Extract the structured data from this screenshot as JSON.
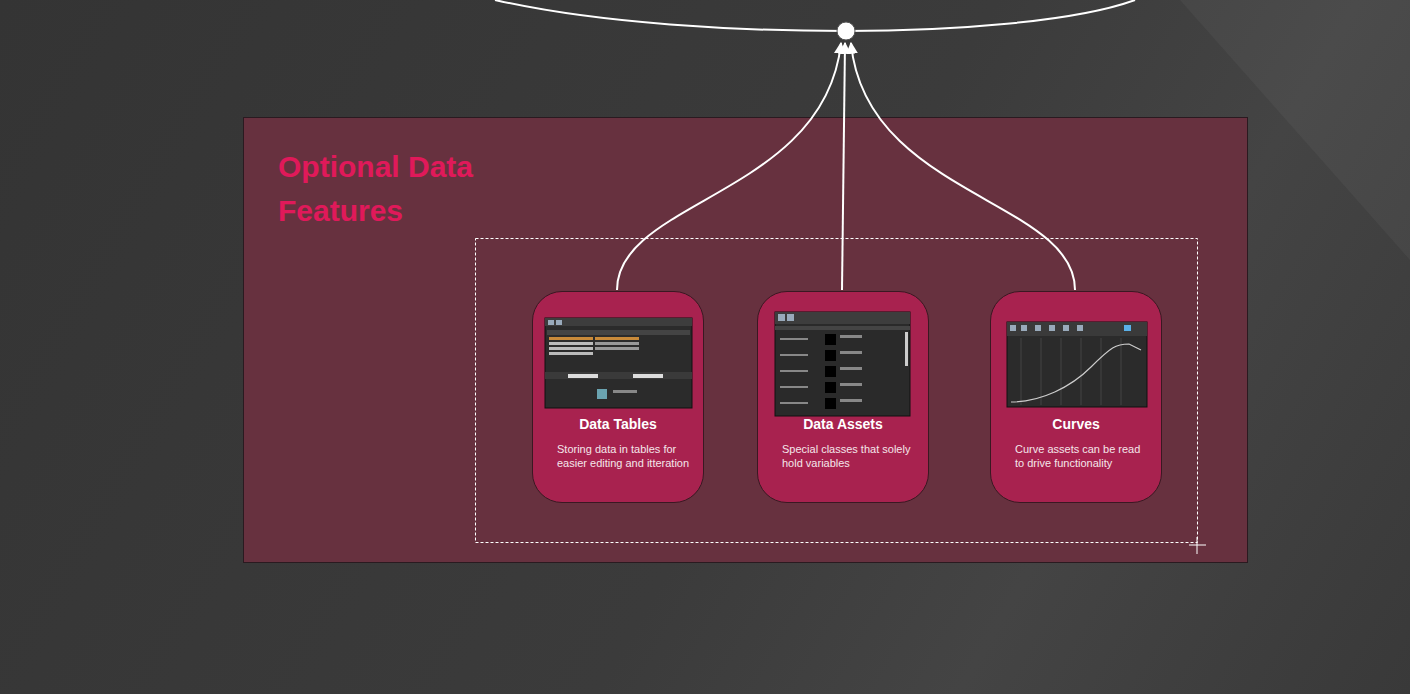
{
  "diagram": {
    "nodes": [
      {
        "text": [
          "Optional Data Features"
        ]
      },
      {
        "text": [
          "Data Tables",
          "Storing data in tables for easier editing and itteration"
        ],
        "in": 0
      },
      {
        "text": [
          "Data Assets",
          "Special classes that solely hold variables"
        ],
        "in": 0
      },
      {
        "text": [
          "Curves",
          "Curve assets can be read to drive functionality"
        ],
        "in": 0
      }
    ]
  }
}
